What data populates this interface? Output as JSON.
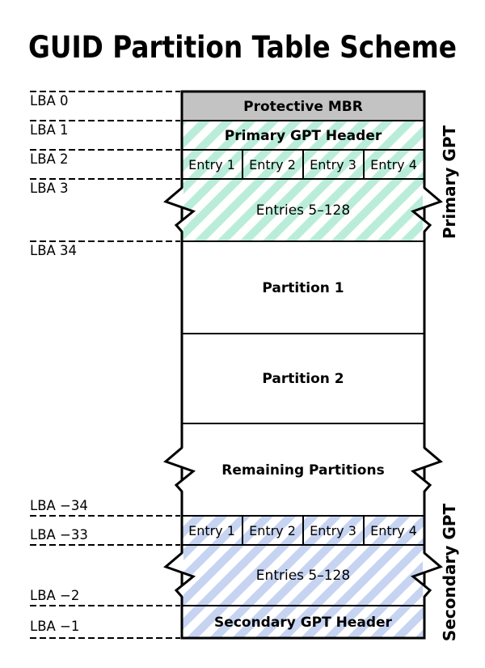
{
  "title": "GUID Partition Table Scheme",
  "colors": {
    "mbr_fill": "#c3c3c3",
    "primary_stripe": "#b9edda",
    "secondary_stripe": "#c6d4f2",
    "primary_label": "#2bc5a5",
    "secondary_label": "#4a7ae0",
    "outline": "#000000"
  },
  "lba": {
    "top": [
      "LBA 0",
      "LBA 1",
      "LBA 2",
      "LBA 3",
      "LBA 34"
    ],
    "bottom": [
      "LBA −34",
      "LBA −33",
      "LBA −2",
      "LBA −1"
    ]
  },
  "blocks": {
    "protective_mbr": "Protective MBR",
    "primary_gpt_header": "Primary GPT Header",
    "entry_labels": [
      "Entry 1",
      "Entry 2",
      "Entry 3",
      "Entry 4"
    ],
    "entries_5_128": "Entries 5–128",
    "partition_1": "Partition 1",
    "partition_2": "Partition 2",
    "remaining_partitions": "Remaining Partitions",
    "secondary_gpt_header": "Secondary GPT Header"
  },
  "side_labels": {
    "primary": "Primary GPT",
    "secondary": "Secondary GPT"
  }
}
